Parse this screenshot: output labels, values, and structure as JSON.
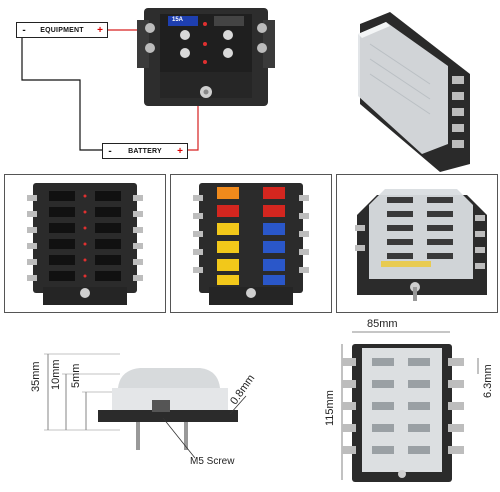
{
  "wiring": {
    "equipment_label": "EQUIPMENT",
    "battery_label": "BATTERY",
    "minus": "-",
    "plus": "+",
    "fuse_rating": "15A"
  },
  "dimensions": {
    "height_35": "35mm",
    "height_10": "10mm",
    "height_5": "5mm",
    "thickness": "0.8mm",
    "screw": "M5 Screw",
    "width": "85mm",
    "length": "115mm",
    "hole": "6.3mm"
  },
  "colors": {
    "fuse_block_body": "#2b2b2b",
    "wire_red": "#d62020",
    "wire_black": "#111111",
    "fuse_orange": "#f08a1c",
    "fuse_red": "#d4261f",
    "fuse_yellow": "#f2c81a",
    "fuse_blue": "#2a57c9"
  }
}
